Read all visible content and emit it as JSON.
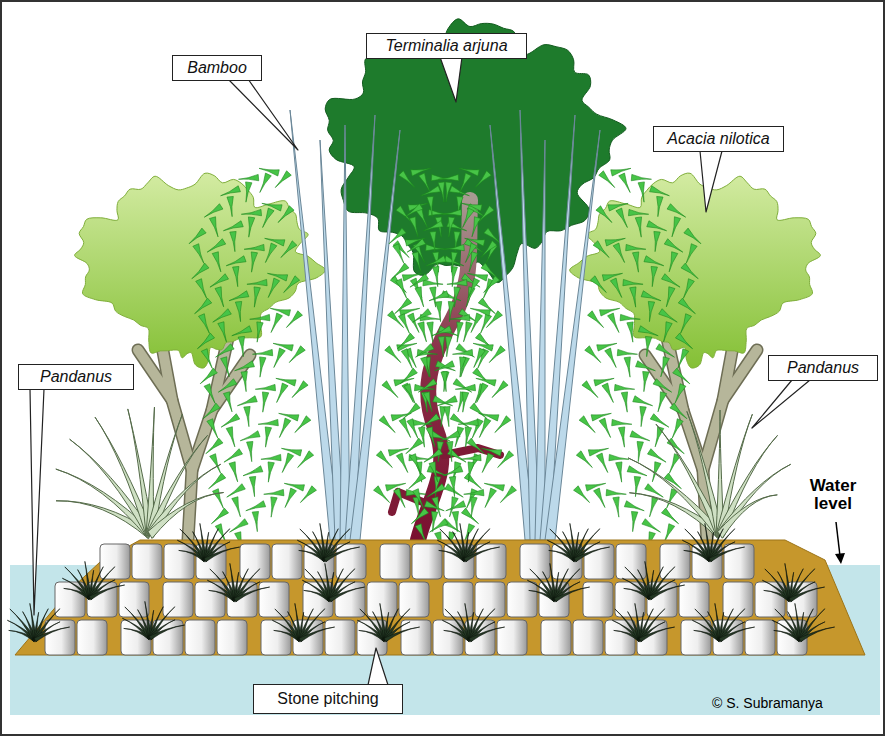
{
  "diagram": {
    "nodes": [
      {
        "text": [
          "Bamboo"
        ]
      },
      {
        "text": [
          "Terminalia arjuna"
        ]
      },
      {
        "text": [
          "Acacia nilotica"
        ]
      },
      {
        "text": [
          "Pandanus"
        ]
      },
      {
        "text": [
          "Pandanus"
        ]
      },
      {
        "text": [
          "Stone pitching"
        ]
      }
    ],
    "labels": [
      "Water level",
      "© S. Subramanya"
    ]
  }
}
